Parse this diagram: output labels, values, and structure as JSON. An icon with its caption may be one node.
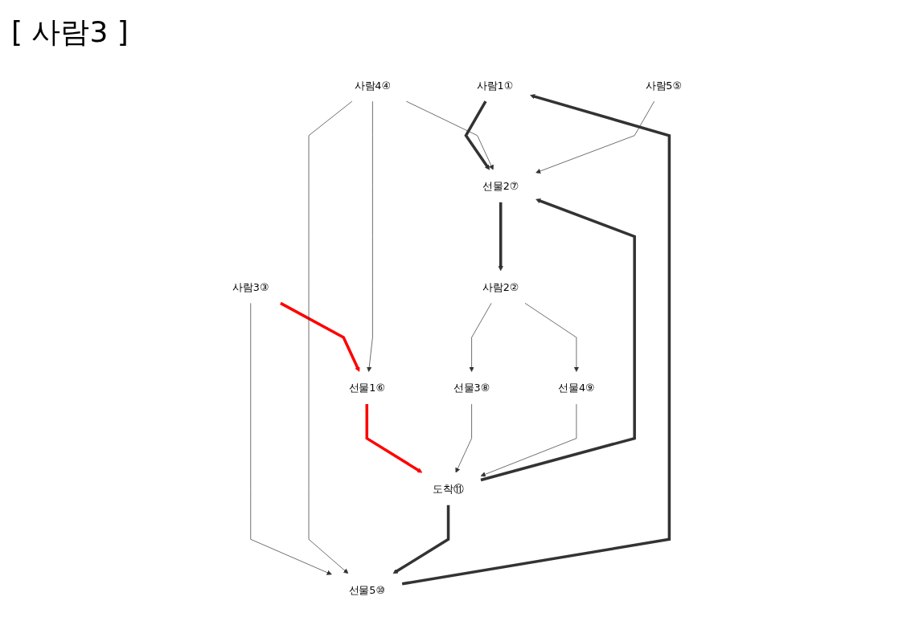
{
  "diagram": {
    "title": "[ 사람3 ]",
    "nodes": [
      {
        "text": [
          "사람1①"
        ]
      },
      {
        "text": [
          "사람2②"
        ]
      },
      {
        "text": [
          "사람3③"
        ]
      },
      {
        "text": [
          "사람4④"
        ]
      },
      {
        "text": [
          "사람5⑤"
        ]
      },
      {
        "text": [
          "선물1⑥"
        ]
      },
      {
        "text": [
          "선물2⑦"
        ]
      },
      {
        "text": [
          "선물3⑧"
        ]
      },
      {
        "text": [
          "선물4⑨"
        ]
      },
      {
        "text": [
          "선물5⑩"
        ]
      },
      {
        "text": [
          "도착⑪"
        ]
      }
    ],
    "edges": [
      {
        "from": 0,
        "to": 6,
        "arrow": "to",
        "style": "thick"
      },
      {
        "from": 9,
        "to": 0,
        "arrow": "to",
        "style": "thick"
      },
      {
        "from": 6,
        "to": 1,
        "arrow": "to",
        "style": "thick"
      },
      {
        "from": 1,
        "to": 7,
        "arrow": "to"
      },
      {
        "from": 1,
        "to": 8,
        "arrow": "to"
      },
      {
        "from": 2,
        "to": 5,
        "arrow": "to",
        "style": "thick",
        "color": "#ff0000"
      },
      {
        "from": 2,
        "to": 9,
        "arrow": "to"
      },
      {
        "from": 3,
        "to": 5,
        "arrow": "to"
      },
      {
        "from": 3,
        "to": 6,
        "arrow": "to"
      },
      {
        "from": 3,
        "to": 9,
        "arrow": "to"
      },
      {
        "from": 4,
        "to": 6,
        "arrow": "to"
      },
      {
        "from": 5,
        "to": 10,
        "arrow": "to",
        "style": "thick",
        "color": "#ff0000"
      },
      {
        "from": 10,
        "to": 6,
        "arrow": "to",
        "style": "thick"
      },
      {
        "from": 7,
        "to": 10,
        "arrow": "to"
      },
      {
        "from": 8,
        "to": 10,
        "arrow": "to"
      },
      {
        "from": 10,
        "to": 9,
        "arrow": "to",
        "style": "thick"
      }
    ]
  }
}
